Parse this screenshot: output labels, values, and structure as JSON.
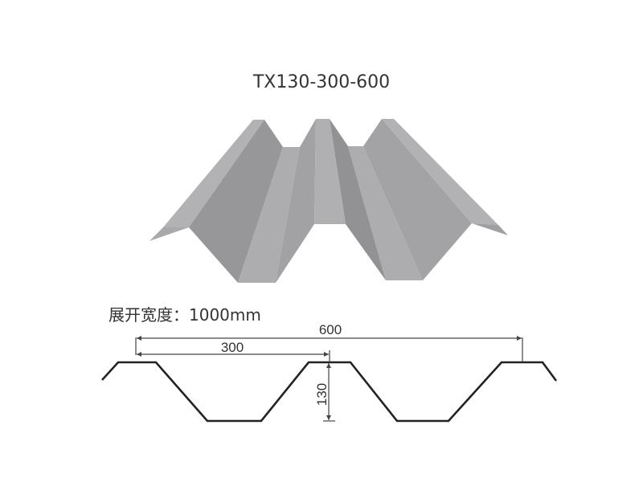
{
  "title": "TX130-300-600",
  "unfold_width": {
    "label": "展开宽度：1000mm"
  },
  "dimensions": {
    "total_pitch": "600",
    "half_pitch": "300",
    "height": "130"
  },
  "colors": {
    "text": "#333333",
    "line": "#222222",
    "dim_line": "#444444",
    "panel_light": "#b4b4b6",
    "panel_mid": "#a6a6a8",
    "panel_dark": "#969698",
    "panel_darker": "#8e8e90"
  }
}
